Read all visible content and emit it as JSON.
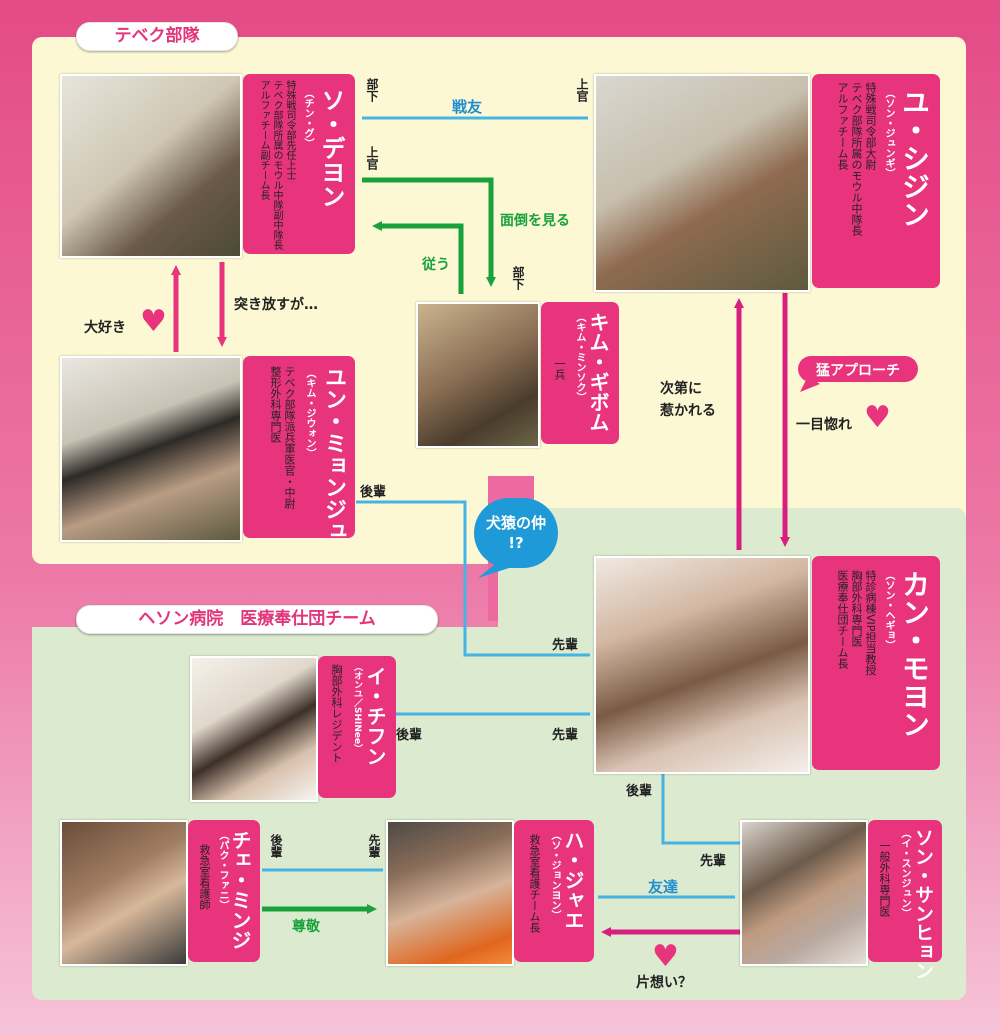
{
  "sections": {
    "tebek": "テベク部隊",
    "haesong": "ヘソン病院　医療奉仕団チーム"
  },
  "people": {
    "yu_sijin": {
      "name": "ユ・シジン",
      "actor": "（ソン・ジュンギ）",
      "desc": [
        "特殊戦司令部大尉",
        "テベク部隊所属のモウル中隊長",
        "アルファチーム長"
      ]
    },
    "seo_daeyoung": {
      "name": "ソ・デヨン",
      "actor": "（チン・グ）",
      "desc": [
        "特殊戦司令部先任上士",
        "テベク部隊所属のモウル中隊副中隊長",
        "アルファチーム副チーム長"
      ]
    },
    "yoon_myungju": {
      "name": "ユン・ミョンジュ",
      "actor": "（キム・ジウォン）",
      "desc": [
        "テベク部隊派兵軍医官・中尉",
        "整形外科専門医"
      ]
    },
    "kim_gibum": {
      "name": "キム・ギボム",
      "actor": "（キム・ミンソク）",
      "desc": [
        "一兵"
      ]
    },
    "kang_moyeon": {
      "name": "カン・モヨン",
      "actor": "（ソン・ヘギョ）",
      "desc": [
        "特診病棟VIP担当教授",
        "胸部外科専門医",
        "医療奉仕団チーム長"
      ]
    },
    "lee_chihoon": {
      "name": "イ・チフン",
      "actor": "（オンユ／SHINee）",
      "desc": [
        "胸部外科レジデント"
      ]
    },
    "choi_minji": {
      "name": "チェ・ミンジ",
      "actor": "（パク・ファニ）",
      "desc": [
        "救急室看護師"
      ]
    },
    "ha_jaae": {
      "name": "ハ・ジャエ",
      "actor": "（ソ・ジョンヨン）",
      "desc": [
        "救急室看護チーム長"
      ]
    },
    "song_sanghyun": {
      "name": "ソン・サンヒョン",
      "actor": "（イ・スンジュン）",
      "desc": [
        "一般外科専門医"
      ]
    }
  },
  "relations": {
    "buka": "部下",
    "joukan": "上官",
    "senyuu": "戦友",
    "mendou": "面倒を見る",
    "shitagau": "従う",
    "daisuki": "大好き",
    "tsukihanasu": "突き放すが…",
    "kouhai": "後輩",
    "senpai": "先輩",
    "shidai": [
      "次第に",
      "惹かれる"
    ],
    "mou_approach": "猛アプローチ",
    "hitomebore": "一目惚れ",
    "kenen": [
      "犬猿の仲",
      "!?"
    ],
    "sonkei": "尊敬",
    "tomodachi": "友達",
    "kataomoi": "片想い？"
  },
  "colors": {
    "pink": "#e8347d",
    "blue": "#45b3e3",
    "green": "#19a13c",
    "magenta": "#d81f7f"
  }
}
